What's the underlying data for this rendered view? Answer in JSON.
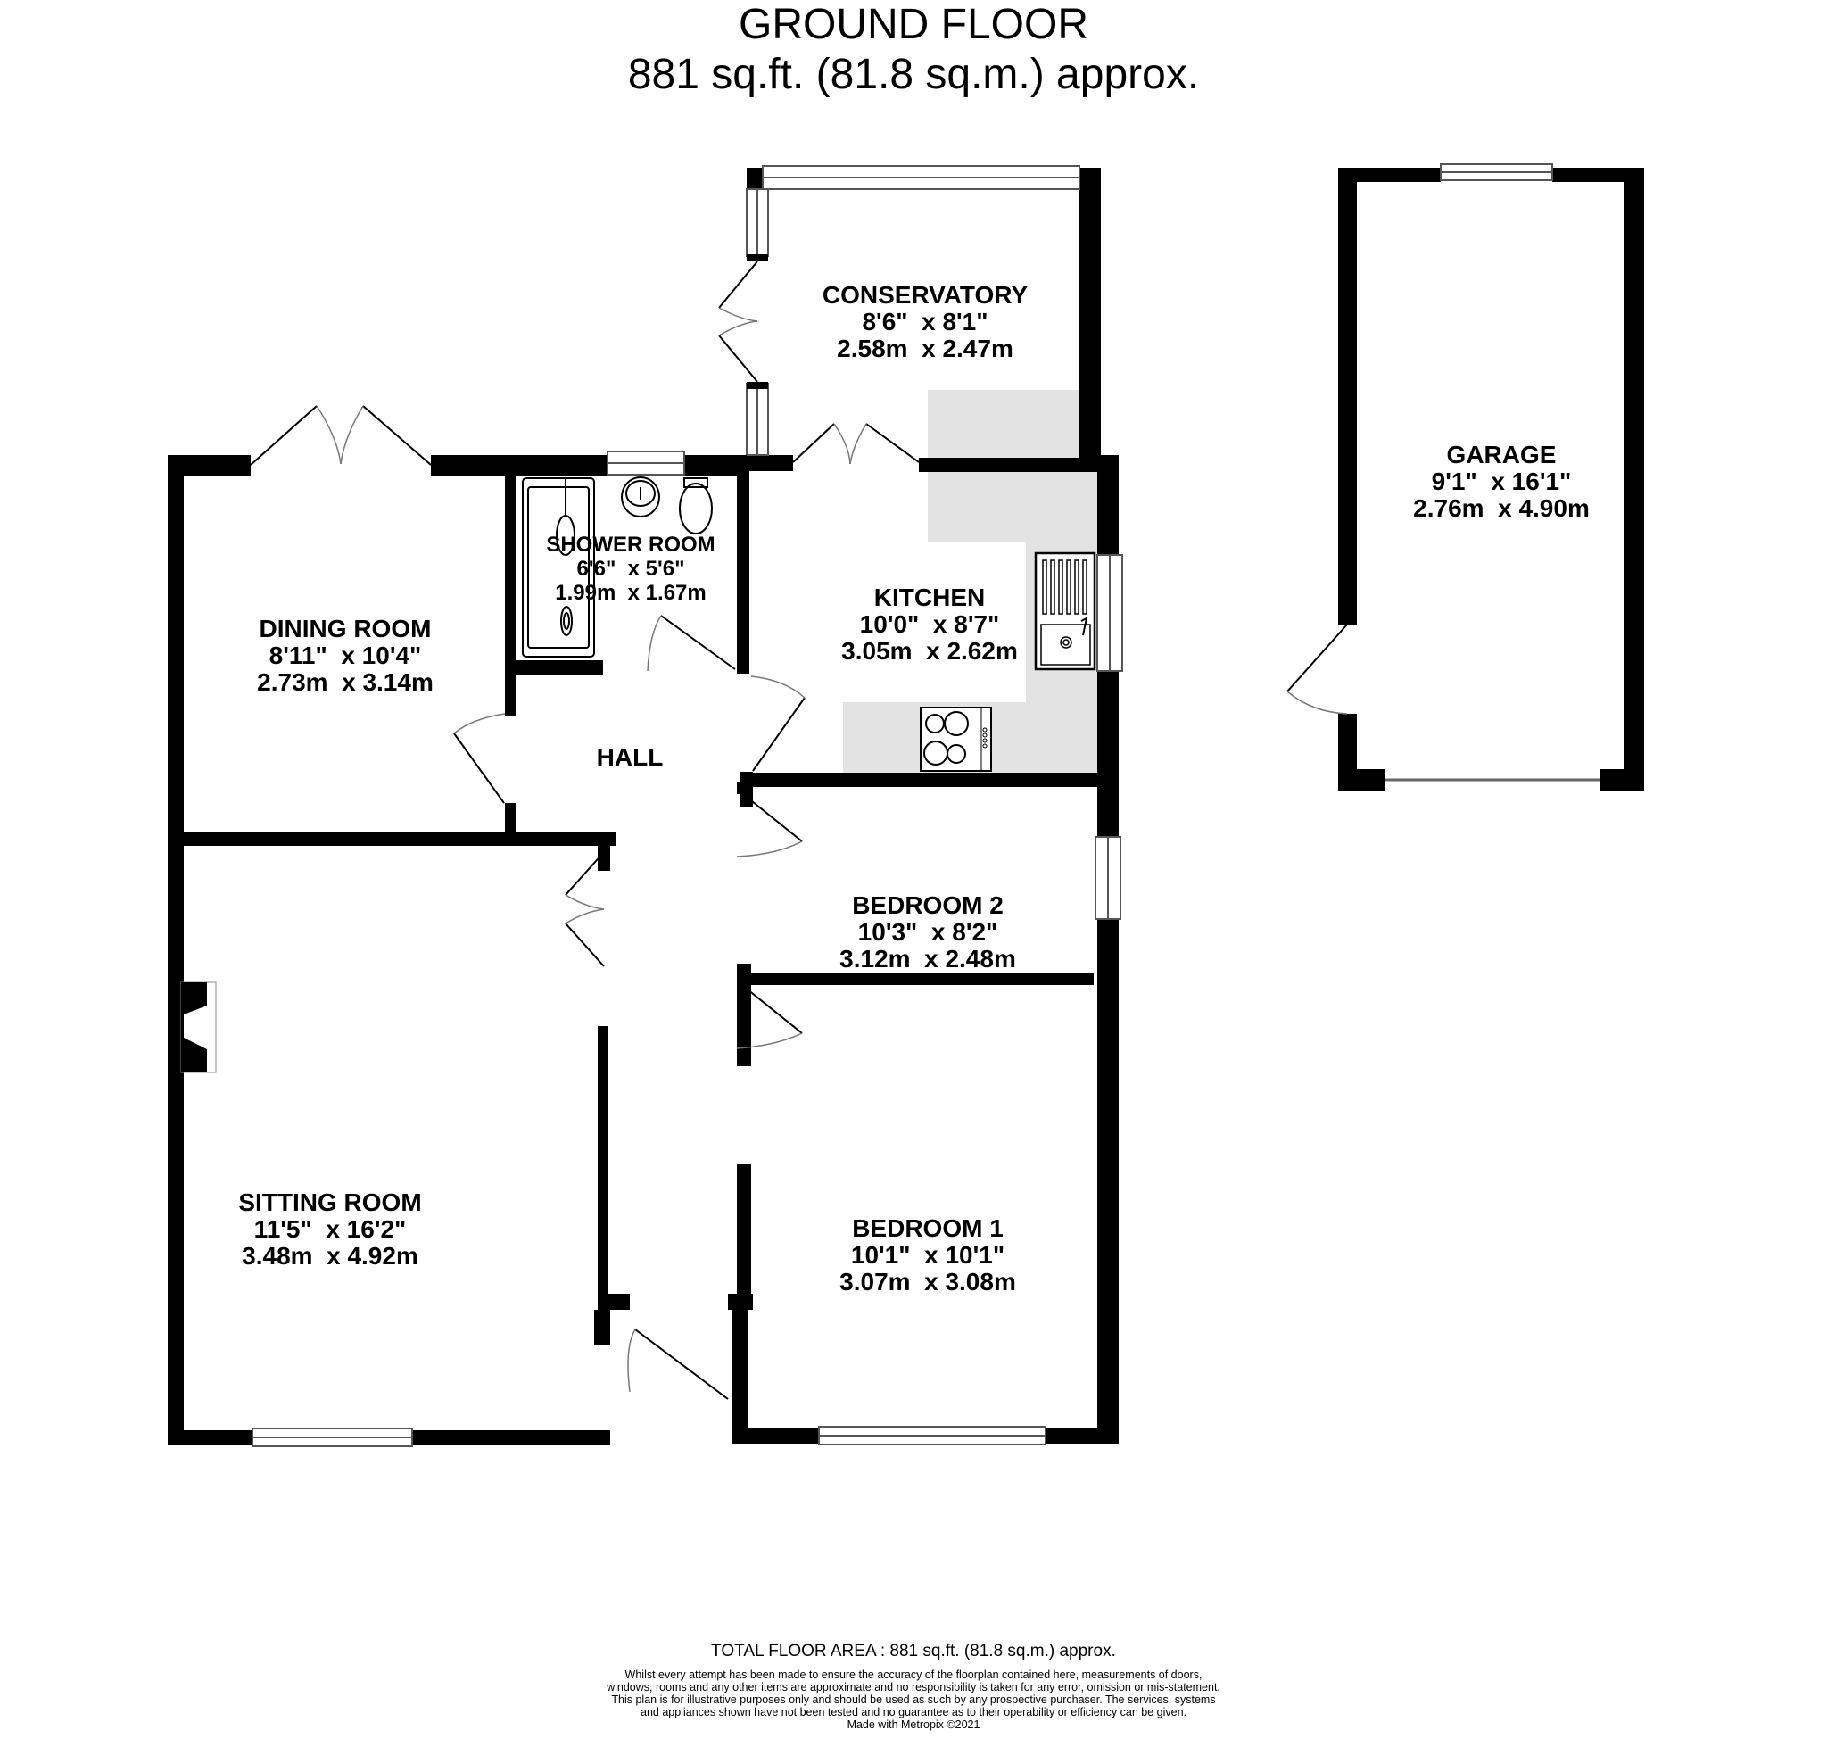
{
  "header": {
    "floor_name": "GROUND FLOOR",
    "floor_area": "881 sq.ft. (81.8 sq.m.) approx."
  },
  "rooms": [
    {
      "id": "conservatory",
      "name": "CONSERVATORY",
      "imperial": "8'6\"  x 8'1\"",
      "metric": "2.58m  x 2.47m"
    },
    {
      "id": "dining-room",
      "name": "DINING ROOM",
      "imperial": "8'11\"  x 10'4\"",
      "metric": "2.73m  x 3.14m"
    },
    {
      "id": "shower-room",
      "name": "SHOWER ROOM",
      "imperial": "6'6\"  x 5'6\"",
      "metric": "1.99m  x 1.67m"
    },
    {
      "id": "kitchen",
      "name": "KITCHEN",
      "imperial": "10'0\"  x 8'7\"",
      "metric": "3.05m  x 2.62m"
    },
    {
      "id": "hall",
      "name": "HALL"
    },
    {
      "id": "bedroom-2",
      "name": "BEDROOM 2",
      "imperial": "10'3\"  x 8'2\"",
      "metric": "3.12m  x 2.48m"
    },
    {
      "id": "sitting-room",
      "name": "SITTING ROOM",
      "imperial": "11'5\"  x 16'2\"",
      "metric": "3.48m  x 4.92m"
    },
    {
      "id": "bedroom-1",
      "name": "BEDROOM 1",
      "imperial": "10'1\"  x 10'1\"",
      "metric": "3.07m  x 3.08m"
    },
    {
      "id": "garage",
      "name": "GARAGE",
      "imperial": "9'1\"  x 16'1\"",
      "metric": "2.76m  x 4.90m"
    }
  ],
  "colors": {
    "wall": "#000000",
    "worktop": "#e3e3e3",
    "background": "#ffffff",
    "window_line": "#555555"
  },
  "footer": {
    "total_floor_area": "TOTAL FLOOR AREA : 881 sq.ft. (81.8 sq.m.) approx.",
    "disclaimer": "Whilst every attempt has been made to ensure the accuracy of the floorplan contained here, measurements of doors, windows, rooms and any other items are approximate and no responsibility is taken for any error, omission or mis-statement. This plan is for illustrative purposes only and should be used as such by any prospective purchaser. The services, systems and appliances shown have not been tested and no guarantee as to their operability or efficiency can be given.",
    "made_with": "Made with Metropix ©2021"
  }
}
